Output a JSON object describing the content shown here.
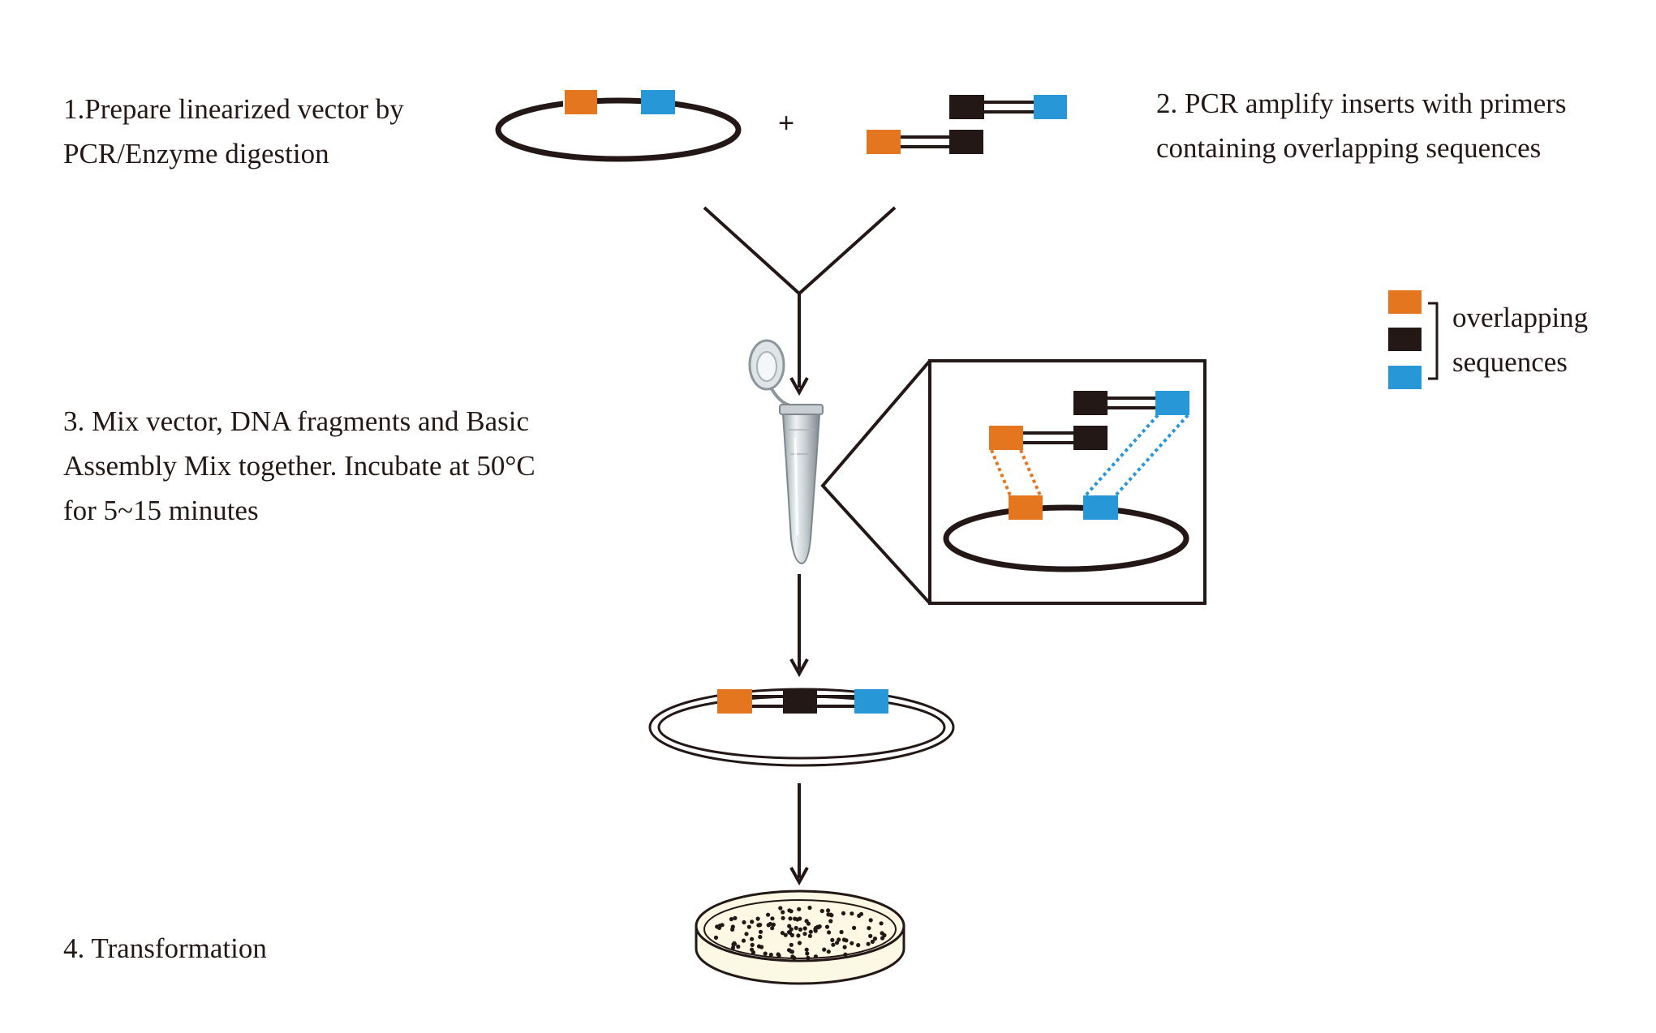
{
  "colors": {
    "orange": "#e3761f",
    "black": "#231815",
    "blue": "#2897d8",
    "line": "#231815",
    "agar": "#fbf8e4"
  },
  "step1": {
    "line1": "1.Prepare linearized vector by",
    "line2": "PCR/Enzyme digestion"
  },
  "step2": {
    "line1": "2. PCR amplify inserts with primers",
    "line2": "containing overlapping sequences"
  },
  "step3": {
    "line1": "3. Mix vector, DNA fragments and Basic",
    "line2": "Assembly Mix together. Incubate at 50°C",
    "line3": "for 5~15 minutes"
  },
  "step4": {
    "line1": "4. Transformation"
  },
  "plus_sign": "+",
  "legend": {
    "line1": "overlapping",
    "line2": "sequences"
  },
  "icons": [
    "linear-vector-icon",
    "pcr-insert-icon",
    "microcentrifuge-tube-icon",
    "circular-plasmid-icon",
    "petri-dish-icon"
  ]
}
